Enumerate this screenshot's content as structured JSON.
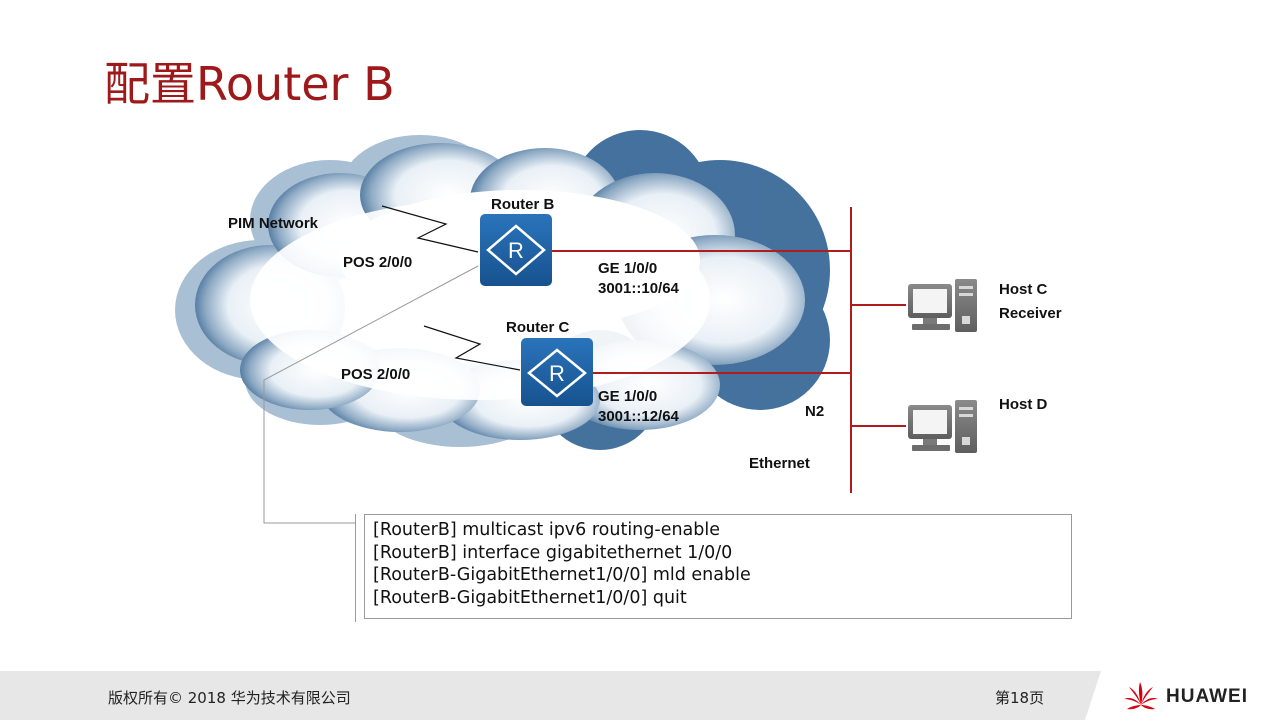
{
  "title": "配置Router B",
  "diagram": {
    "cloud_label": "PIM Network",
    "router_b": {
      "name": "Router B",
      "pos_label": "POS 2/0/0",
      "ge_label": "GE 1/0/0",
      "ge_addr": "3001::10/64"
    },
    "router_c": {
      "name": "Router C",
      "pos_label": "POS 2/0/0",
      "ge_label": "GE 1/0/0",
      "ge_addr": "3001::12/64"
    },
    "host_c": {
      "name": "Host C",
      "role": "Receiver"
    },
    "host_d": {
      "name": "Host D"
    },
    "segment_name": "N2",
    "segment_type": "Ethernet",
    "router_icon_letter": "R",
    "colors": {
      "link": "#b01c1c",
      "router": "#1e63a6",
      "title": "#9e1a1a"
    }
  },
  "config": {
    "lines": [
      "[RouterB] multicast ipv6 routing-enable",
      "[RouterB] interface gigabitethernet 1/0/0",
      "[RouterB-GigabitEthernet1/0/0] mld enable",
      "[RouterB-GigabitEthernet1/0/0] quit"
    ]
  },
  "footer": {
    "copyright": "版权所有© 2018 华为技术有限公司",
    "page": "第18页",
    "brand": "HUAWEI",
    "logo_icon": "huawei-flower-icon"
  }
}
